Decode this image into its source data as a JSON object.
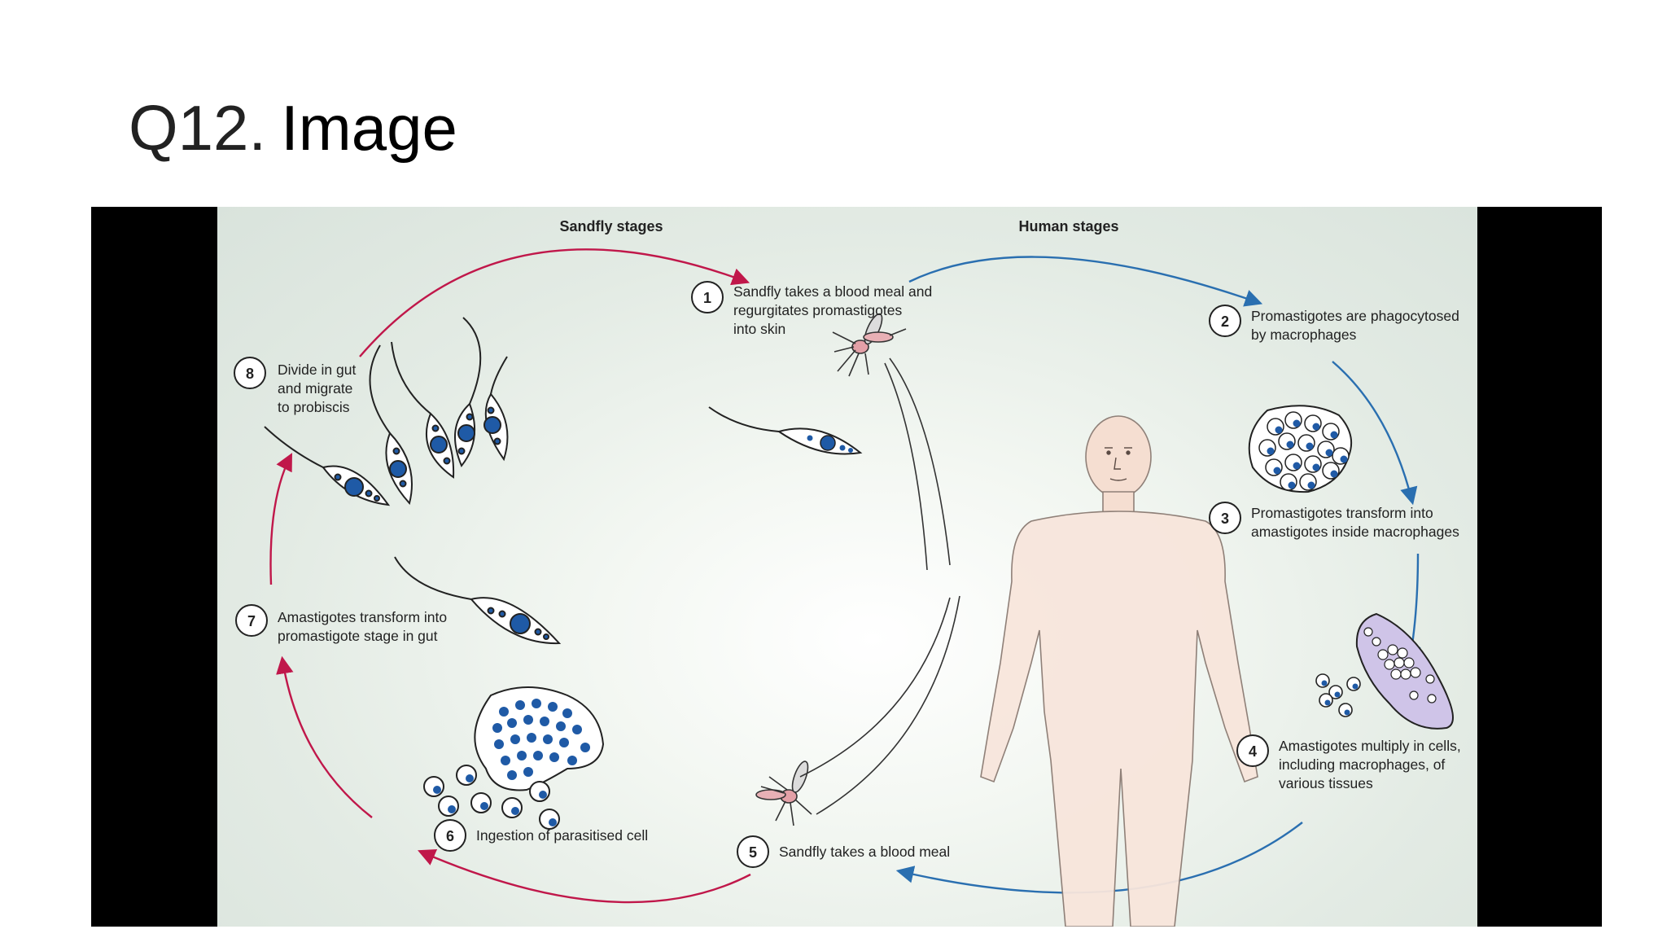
{
  "slide": {
    "title_prefix": "Q12.",
    "title_main": "Image"
  },
  "diagram": {
    "headers": {
      "sandfly": "Sandfly stages",
      "human": "Human stages"
    },
    "steps": [
      {
        "num": "1",
        "lines": [
          "Sandfly takes a blood meal and",
          "regurgitates promastigotes",
          "into skin"
        ]
      },
      {
        "num": "2",
        "lines": [
          "Promastigotes are phagocytosed",
          "by macrophages"
        ]
      },
      {
        "num": "3",
        "lines": [
          "Promastigotes transform into",
          "amastigotes inside macrophages"
        ]
      },
      {
        "num": "4",
        "lines": [
          "Amastigotes multiply in cells,",
          "including macrophages, of",
          "various tissues"
        ]
      },
      {
        "num": "5",
        "lines": [
          "Sandfly takes a blood meal"
        ]
      },
      {
        "num": "6",
        "lines": [
          "Ingestion of parasitised cell"
        ]
      },
      {
        "num": "7",
        "lines": [
          "Amastigotes transform into",
          "promastigote stage in gut"
        ]
      },
      {
        "num": "8",
        "lines": [
          "Divide in gut",
          "and migrate",
          "to probiscis"
        ]
      }
    ],
    "colors": {
      "sandfly_arrows": "#c0174a",
      "human_arrows": "#2a6fb0",
      "parasite_nucleus": "#1f5aa6",
      "skin": "#f6ddd0",
      "tissue_cell": "#cfc4e8"
    }
  }
}
